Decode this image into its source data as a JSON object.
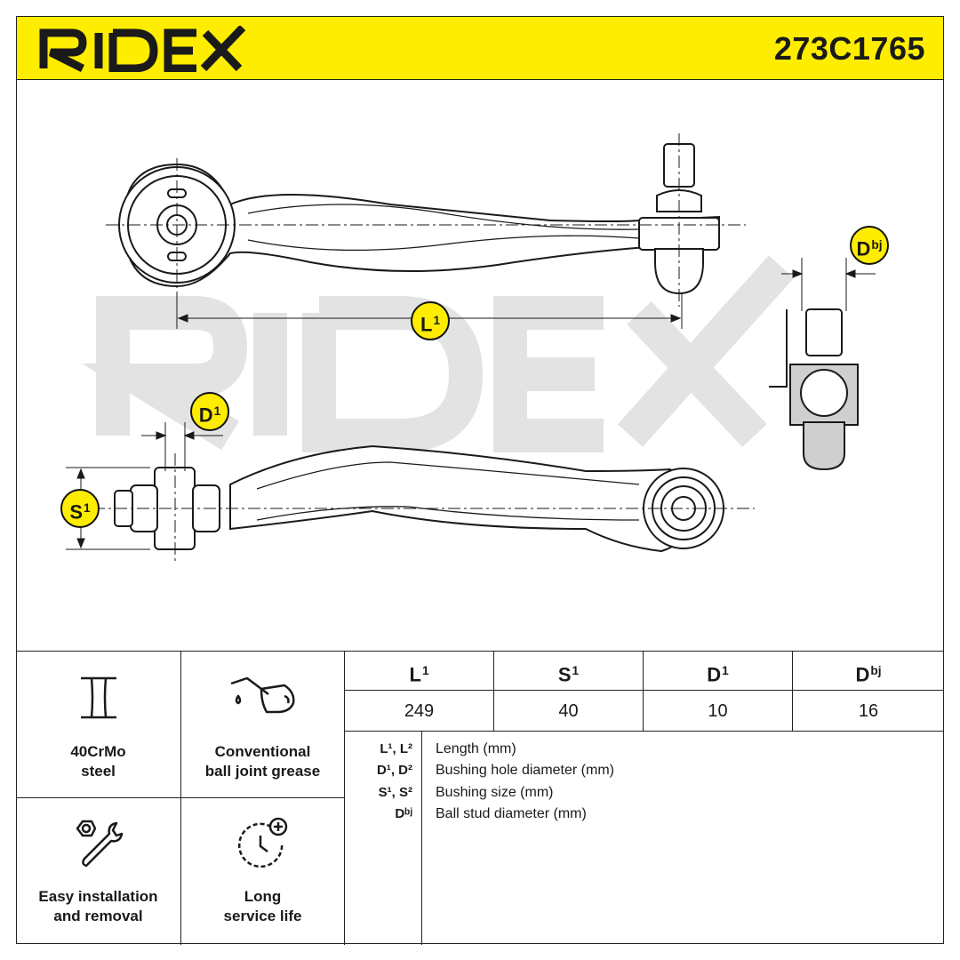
{
  "brand": {
    "logo_text": "RIDEX",
    "part_number": "273C1765",
    "accent_color": "#ffed00"
  },
  "labels": {
    "L1": {
      "base": "L",
      "sup": "1"
    },
    "S1": {
      "base": "S",
      "sup": "1"
    },
    "D1": {
      "base": "D",
      "sup": "1"
    },
    "Dbj": {
      "base": "D",
      "sup": "bj"
    }
  },
  "features": [
    {
      "icon": "i-beam-icon",
      "line1": "40CrMo",
      "line2": "steel"
    },
    {
      "icon": "grease-can-icon",
      "line1": "Conventional",
      "line2": "ball joint grease"
    },
    {
      "icon": "tools-icon",
      "line1": "Easy installation",
      "line2": "and removal"
    },
    {
      "icon": "clock-plus-icon",
      "line1": "Long",
      "line2": "service life"
    }
  ],
  "specs": [
    {
      "base": "L",
      "sup": "1",
      "value": "249"
    },
    {
      "base": "S",
      "sup": "1",
      "value": "40"
    },
    {
      "base": "D",
      "sup": "1",
      "value": "10"
    },
    {
      "base": "D",
      "sup": "bj",
      "value": "16"
    }
  ],
  "legend": [
    {
      "symbol": "L¹, L²",
      "desc": "Length (mm)"
    },
    {
      "symbol": "D¹, D²",
      "desc": "Bushing hole diameter (mm)"
    },
    {
      "symbol": "S¹, S²",
      "desc": "Bushing size (mm)"
    },
    {
      "symbol": "Dᵇʲ",
      "desc": "Ball stud diameter (mm)"
    }
  ]
}
